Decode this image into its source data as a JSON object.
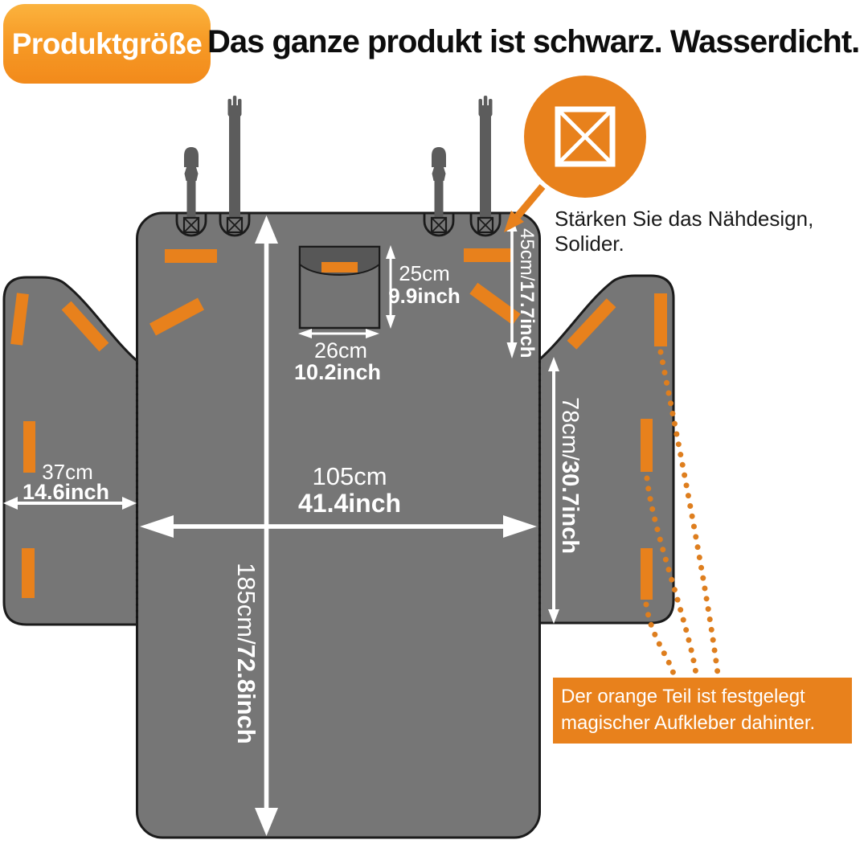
{
  "header": {
    "badge_label": "Produktgröße",
    "title": "Das ganze produkt ist schwarz. Wasserdicht."
  },
  "callouts": {
    "stitching": {
      "line1": "Stärken Sie das Nähdesign,",
      "line2": "Solider."
    },
    "velcro": {
      "line1": "Der orange Teil ist festgelegt",
      "line2": "magischer Aufkleber dahinter."
    }
  },
  "measurements": {
    "pocket_height": {
      "cm": "25cm",
      "inch": "9.9inch"
    },
    "pocket_width": {
      "cm": "26cm",
      "inch": "10.2inch"
    },
    "headrest_section": {
      "cm": "45cm/",
      "inch": "17.7inch"
    },
    "seat_width": {
      "cm": "105cm",
      "inch": "41.4inch"
    },
    "total_length": {
      "cm": "185cm/",
      "inch": "72.8inch"
    },
    "side_flap_width": {
      "cm": "37cm",
      "inch": "14.6inch"
    },
    "side_flap_length": {
      "cm": "78cm/",
      "inch": "30.7inch"
    }
  },
  "icons": {
    "stitch": "box-cross-stitch-icon"
  },
  "colors": {
    "accent_orange": "#E8811C",
    "badge_gradient_top": "#FBB33E",
    "badge_gradient_bottom": "#F28A1B",
    "cover_gray": "#767676",
    "strap_gray": "#5C5C5C",
    "pocket_flap_gray": "#575757",
    "outline_black": "#1B1B1B"
  }
}
